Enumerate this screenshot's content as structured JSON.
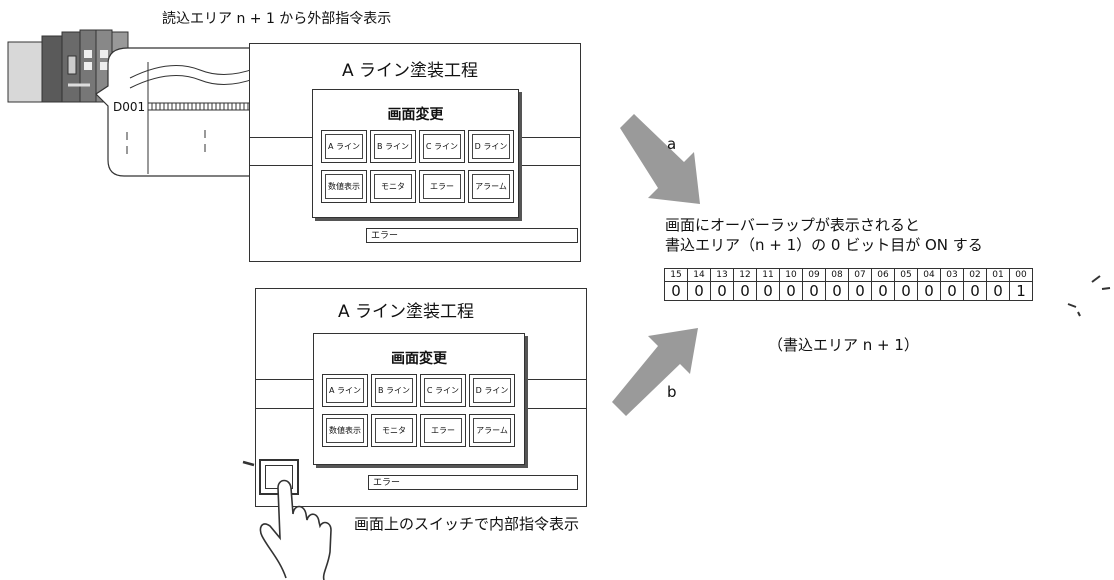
{
  "captions": {
    "top": "読込エリア n + 1 から外部指令表示",
    "bottom": "画面上のスイッチで内部指令表示",
    "result_line1": "画面にオーバーラップが表示されると",
    "result_line2": "書込エリア（n + 1）の 0 ビット目が ON する",
    "register_name": "（書込エリア n + 1）",
    "label_a": "a",
    "label_b": "b",
    "device_addr": "D001"
  },
  "screen_top": {
    "title": "A ライン塗装工程",
    "popup_title": "画面変更",
    "buttons": [
      "A ライン",
      "B ライン",
      "C ライン",
      "D ライン",
      "数値表示",
      "モニタ",
      "エラー",
      "アラーム"
    ],
    "error_bar": "エラー"
  },
  "screen_bottom": {
    "title": "A ライン塗装工程",
    "popup_title": "画面変更",
    "buttons": [
      "A ライン",
      "B ライン",
      "C ライン",
      "D ライン",
      "数値表示",
      "モニタ",
      "エラー",
      "アラーム"
    ],
    "error_bar": "エラー"
  },
  "register": {
    "bit_labels": [
      "15",
      "14",
      "13",
      "12",
      "11",
      "10",
      "09",
      "08",
      "07",
      "06",
      "05",
      "04",
      "03",
      "02",
      "01",
      "00"
    ],
    "bit_values": [
      "0",
      "0",
      "0",
      "0",
      "0",
      "0",
      "0",
      "0",
      "0",
      "0",
      "0",
      "0",
      "0",
      "0",
      "0",
      "1"
    ]
  },
  "colors": {
    "arrow": "#9a9a9a",
    "plc_body": "#8a8a8a",
    "plc_dark": "#4a4a4a"
  }
}
